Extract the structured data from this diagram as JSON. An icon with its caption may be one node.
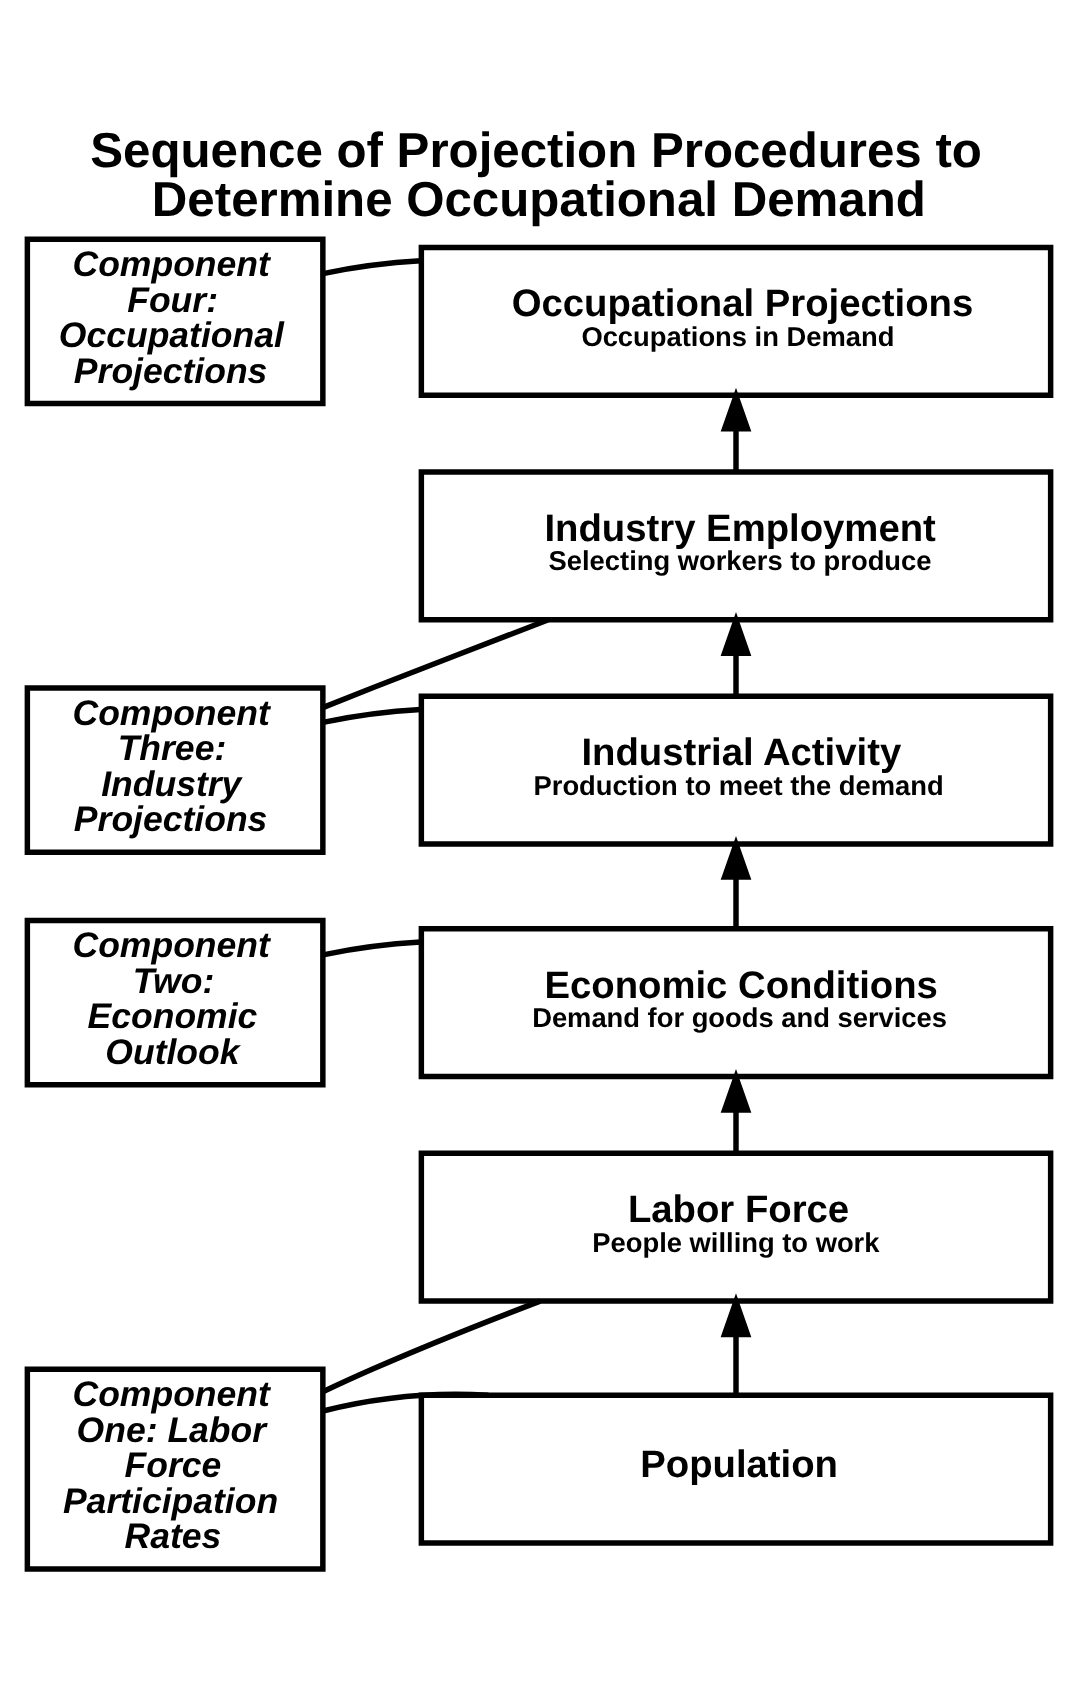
{
  "diagram": {
    "title": "Sequence of Projection Procedures to Determine Occupational Demand",
    "nodes": [
      {
        "text": [
          "Component Four: Occupational Projections"
        ]
      },
      {
        "text": [
          "Occupational Projections",
          "Occupations in Demand"
        ]
      },
      {
        "text": [
          "Industry Employment",
          "Selecting workers to produce"
        ]
      },
      {
        "text": [
          "Component Three: Industry Projections"
        ]
      },
      {
        "text": [
          "Industrial Activity",
          "Production to meet the demand"
        ]
      },
      {
        "text": [
          "Component Two: Economic Outlook"
        ]
      },
      {
        "text": [
          "Economic Conditions",
          "Demand for goods and services"
        ]
      },
      {
        "text": [
          "Labor Force",
          "People willing to work"
        ]
      },
      {
        "text": [
          "Component One: Labor Force Participation Rates"
        ]
      },
      {
        "text": [
          "Population"
        ]
      }
    ],
    "edges": [
      {
        "from": 9,
        "to": 7,
        "arrow": "to"
      },
      {
        "from": 7,
        "to": 6,
        "arrow": "to"
      },
      {
        "from": 6,
        "to": 4,
        "arrow": "to"
      },
      {
        "from": 4,
        "to": 2,
        "arrow": "to"
      },
      {
        "from": 2,
        "to": 1,
        "arrow": "to"
      },
      {
        "from": 0,
        "to": 1,
        "arrow": "none"
      },
      {
        "from": 3,
        "to": 2,
        "arrow": "none"
      },
      {
        "from": 3,
        "to": 4,
        "arrow": "none"
      },
      {
        "from": 5,
        "to": 6,
        "arrow": "none"
      },
      {
        "from": 8,
        "to": 7,
        "arrow": "none"
      },
      {
        "from": 8,
        "to": 9,
        "arrow": "none"
      }
    ]
  }
}
